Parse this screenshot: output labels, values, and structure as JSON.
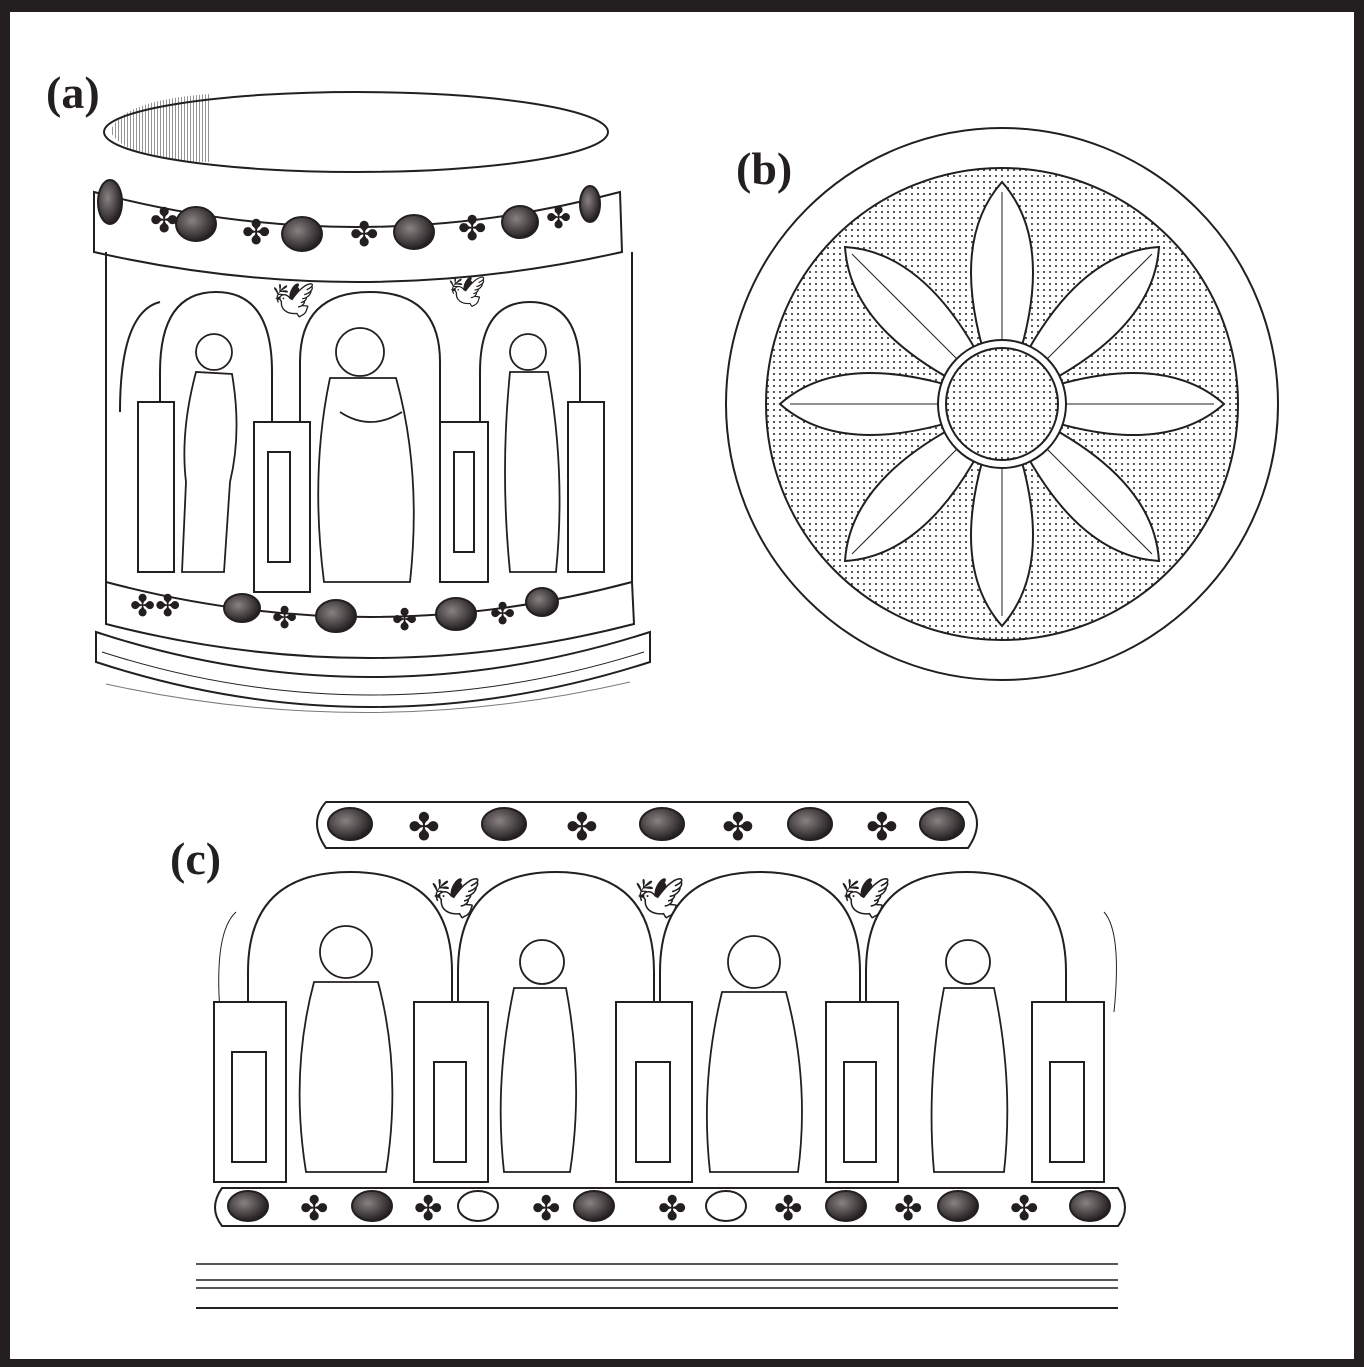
{
  "panels": {
    "a": {
      "label": "(a)",
      "subject": "cylinder-reliquary-icon"
    },
    "b": {
      "label": "(b)",
      "subject": "lotus-lid-icon"
    },
    "c": {
      "label": "(c)",
      "subject": "frieze-unrolled-icon"
    }
  },
  "colors": {
    "ink": "#231f20",
    "paper": "#ffffff",
    "gem": "#3a3435"
  }
}
